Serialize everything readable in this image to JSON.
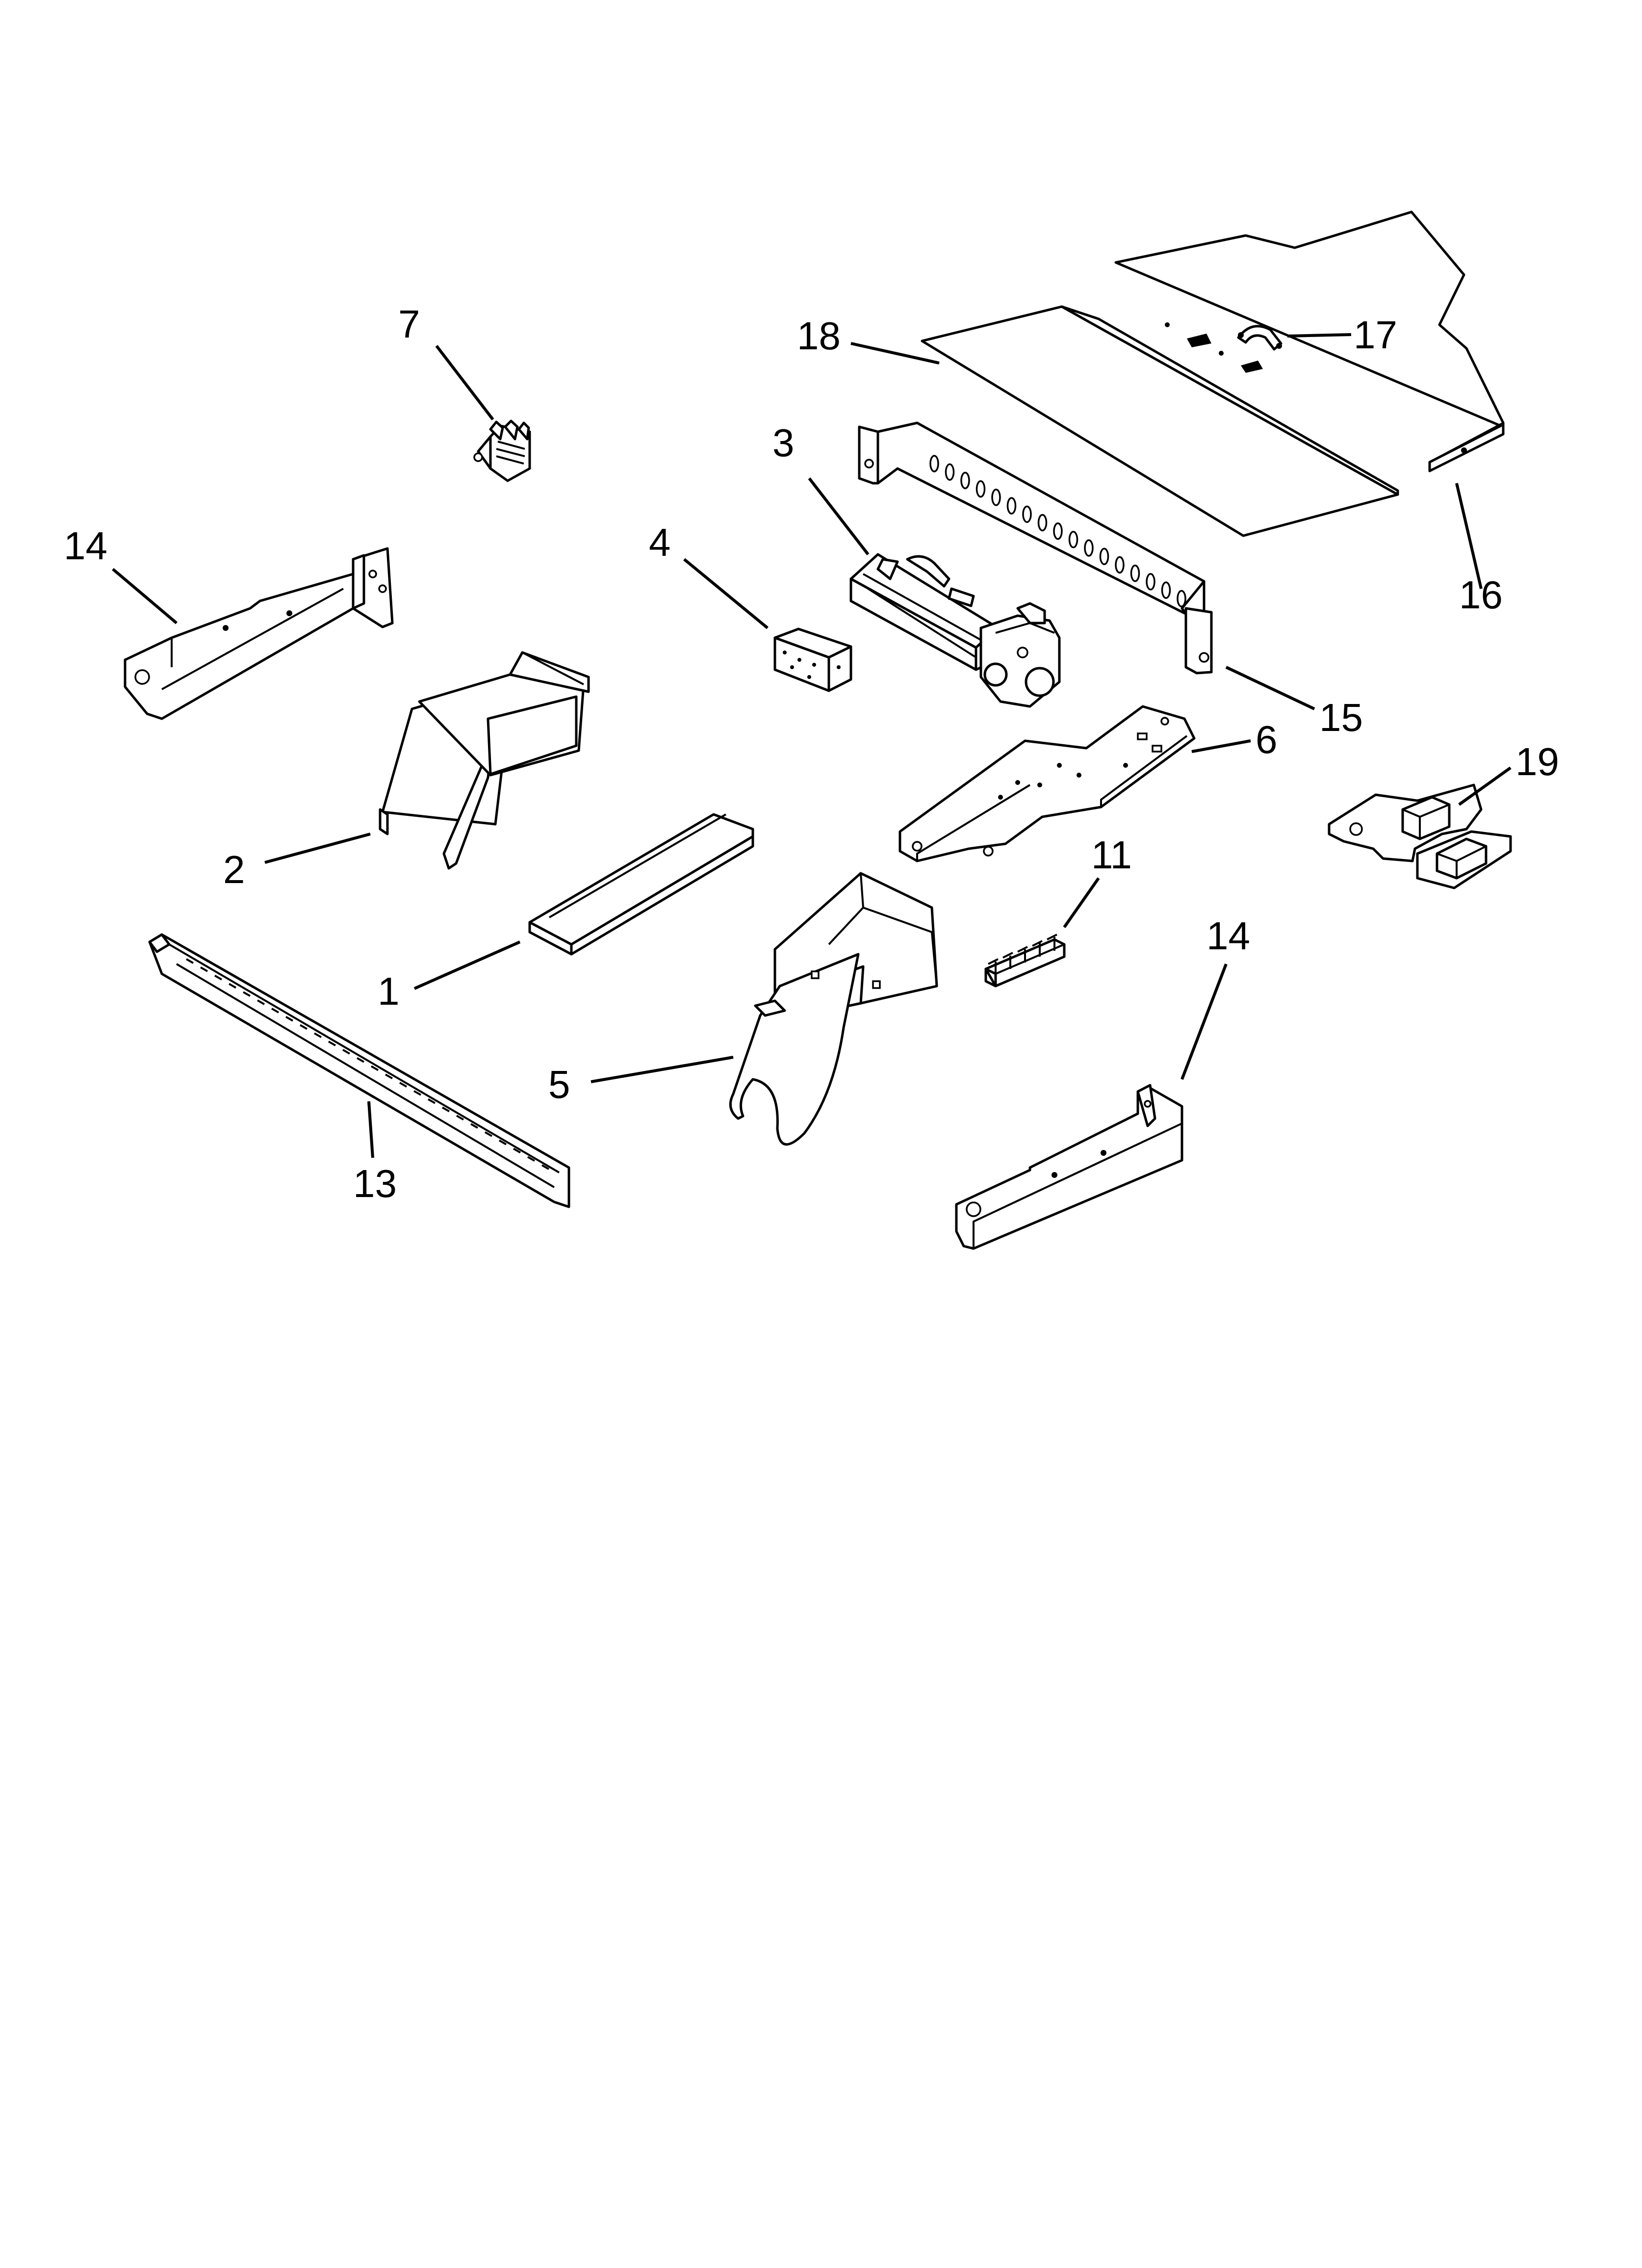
{
  "labels": [
    {
      "id": "1",
      "text": "1"
    },
    {
      "id": "2",
      "text": "2"
    },
    {
      "id": "3",
      "text": "3"
    },
    {
      "id": "4",
      "text": "4"
    },
    {
      "id": "5",
      "text": "5"
    },
    {
      "id": "6",
      "text": "6"
    },
    {
      "id": "7",
      "text": "7"
    },
    {
      "id": "11",
      "text": "11"
    },
    {
      "id": "13",
      "text": "13"
    },
    {
      "id": "14a",
      "text": "14"
    },
    {
      "id": "14b",
      "text": "14"
    },
    {
      "id": "15",
      "text": "15"
    },
    {
      "id": "16",
      "text": "16"
    },
    {
      "id": "17",
      "text": "17"
    },
    {
      "id": "18",
      "text": "18"
    },
    {
      "id": "19",
      "text": "19"
    }
  ]
}
